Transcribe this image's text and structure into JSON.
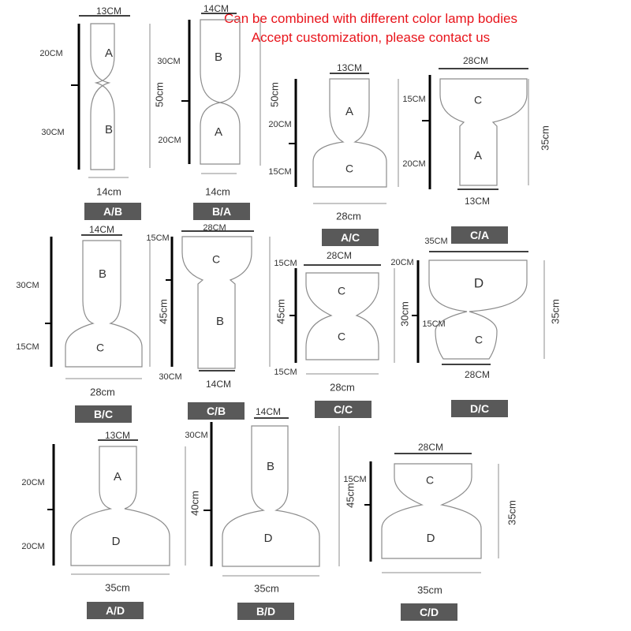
{
  "banner": {
    "line1": "Can be combined with different color lamp bodies",
    "line2": "Accept customization, please contact us"
  },
  "colors": {
    "banner": "#e8141b",
    "outline": "#8c8c8c",
    "tag_bg": "#595959",
    "bar": "#000000"
  },
  "combos": [
    {
      "id": "ab",
      "tag": "A/B",
      "top_part": "A",
      "bottom_part": "B",
      "top_width": "13CM",
      "bottom_width": "14cm",
      "top_height": "20CM",
      "bottom_height": "30CM",
      "total_height": "50cm"
    },
    {
      "id": "ba",
      "tag": "B/A",
      "top_part": "B",
      "bottom_part": "A",
      "top_width": "14CM",
      "bottom_width": "14cm",
      "top_height": "30CM",
      "bottom_height": "20CM",
      "total_height": "50cm"
    },
    {
      "id": "ac",
      "tag": "A/C",
      "top_part": "A",
      "bottom_part": "C",
      "top_width": "13CM",
      "bottom_width": "28cm",
      "top_height": "20CM",
      "bottom_height": "15CM",
      "total_height": ""
    },
    {
      "id": "ca",
      "tag": "C/A",
      "top_part": "C",
      "bottom_part": "A",
      "top_width": "28CM",
      "bottom_width": "13CM",
      "top_height": "15CM",
      "bottom_height": "20CM",
      "total_height": "35cm"
    },
    {
      "id": "bc",
      "tag": "B/C",
      "top_part": "B",
      "bottom_part": "C",
      "top_width": "14CM",
      "bottom_width": "28cm",
      "top_height": "30CM",
      "bottom_height": "15CM",
      "total_height": ""
    },
    {
      "id": "cb",
      "tag": "C/B",
      "top_part": "C",
      "bottom_part": "B",
      "top_width": "28CM",
      "bottom_width": "14CM",
      "top_height": "15CM",
      "bottom_height": "30CM",
      "total_height": "45cm"
    },
    {
      "id": "cc",
      "tag": "C/C",
      "top_part": "C",
      "bottom_part": "C",
      "top_width": "28CM",
      "bottom_width": "28cm",
      "top_height": "15CM",
      "bottom_height": "15CM",
      "total_height": "45cm"
    },
    {
      "id": "dc",
      "tag": "D/C",
      "top_part": "D",
      "bottom_part": "C",
      "top_width": "35CM",
      "bottom_width": "28CM",
      "top_height": "20CM",
      "bottom_height": "15CM",
      "total_height": "35cm",
      "middle_height": "30cm"
    },
    {
      "id": "ad",
      "tag": "A/D",
      "top_part": "A",
      "bottom_part": "D",
      "top_width": "13CM",
      "bottom_width": "35cm",
      "top_height": "20CM",
      "bottom_height": "20CM",
      "total_height": ""
    },
    {
      "id": "bd",
      "tag": "B/D",
      "top_part": "B",
      "bottom_part": "D",
      "top_width": "14CM",
      "bottom_width": "35cm",
      "top_height": "30CM",
      "bottom_height": "",
      "total_height": "40cm",
      "second_total": "45cm"
    },
    {
      "id": "cd",
      "tag": "C/D",
      "top_part": "C",
      "bottom_part": "D",
      "top_width": "28CM",
      "bottom_width": "35cm",
      "top_height": "15CM",
      "bottom_height": "",
      "total_height": "35cm"
    }
  ]
}
